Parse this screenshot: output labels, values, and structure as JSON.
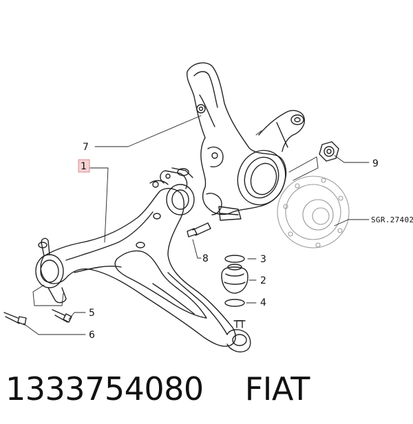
{
  "callouts": {
    "c1": "1",
    "c2": "2",
    "c3": "3",
    "c4": "4",
    "c5": "5",
    "c6": "6",
    "c7": "7",
    "c8": "8",
    "c9": "9",
    "ref": "SGR.27402"
  },
  "caption": {
    "part_number": "1333754080",
    "brand": "FIAT"
  },
  "colors": {
    "line": "#222222",
    "hub_line": "#9a9a9a",
    "highlight_fill": "#f6d2d4",
    "highlight_stroke": "#d98c91"
  }
}
